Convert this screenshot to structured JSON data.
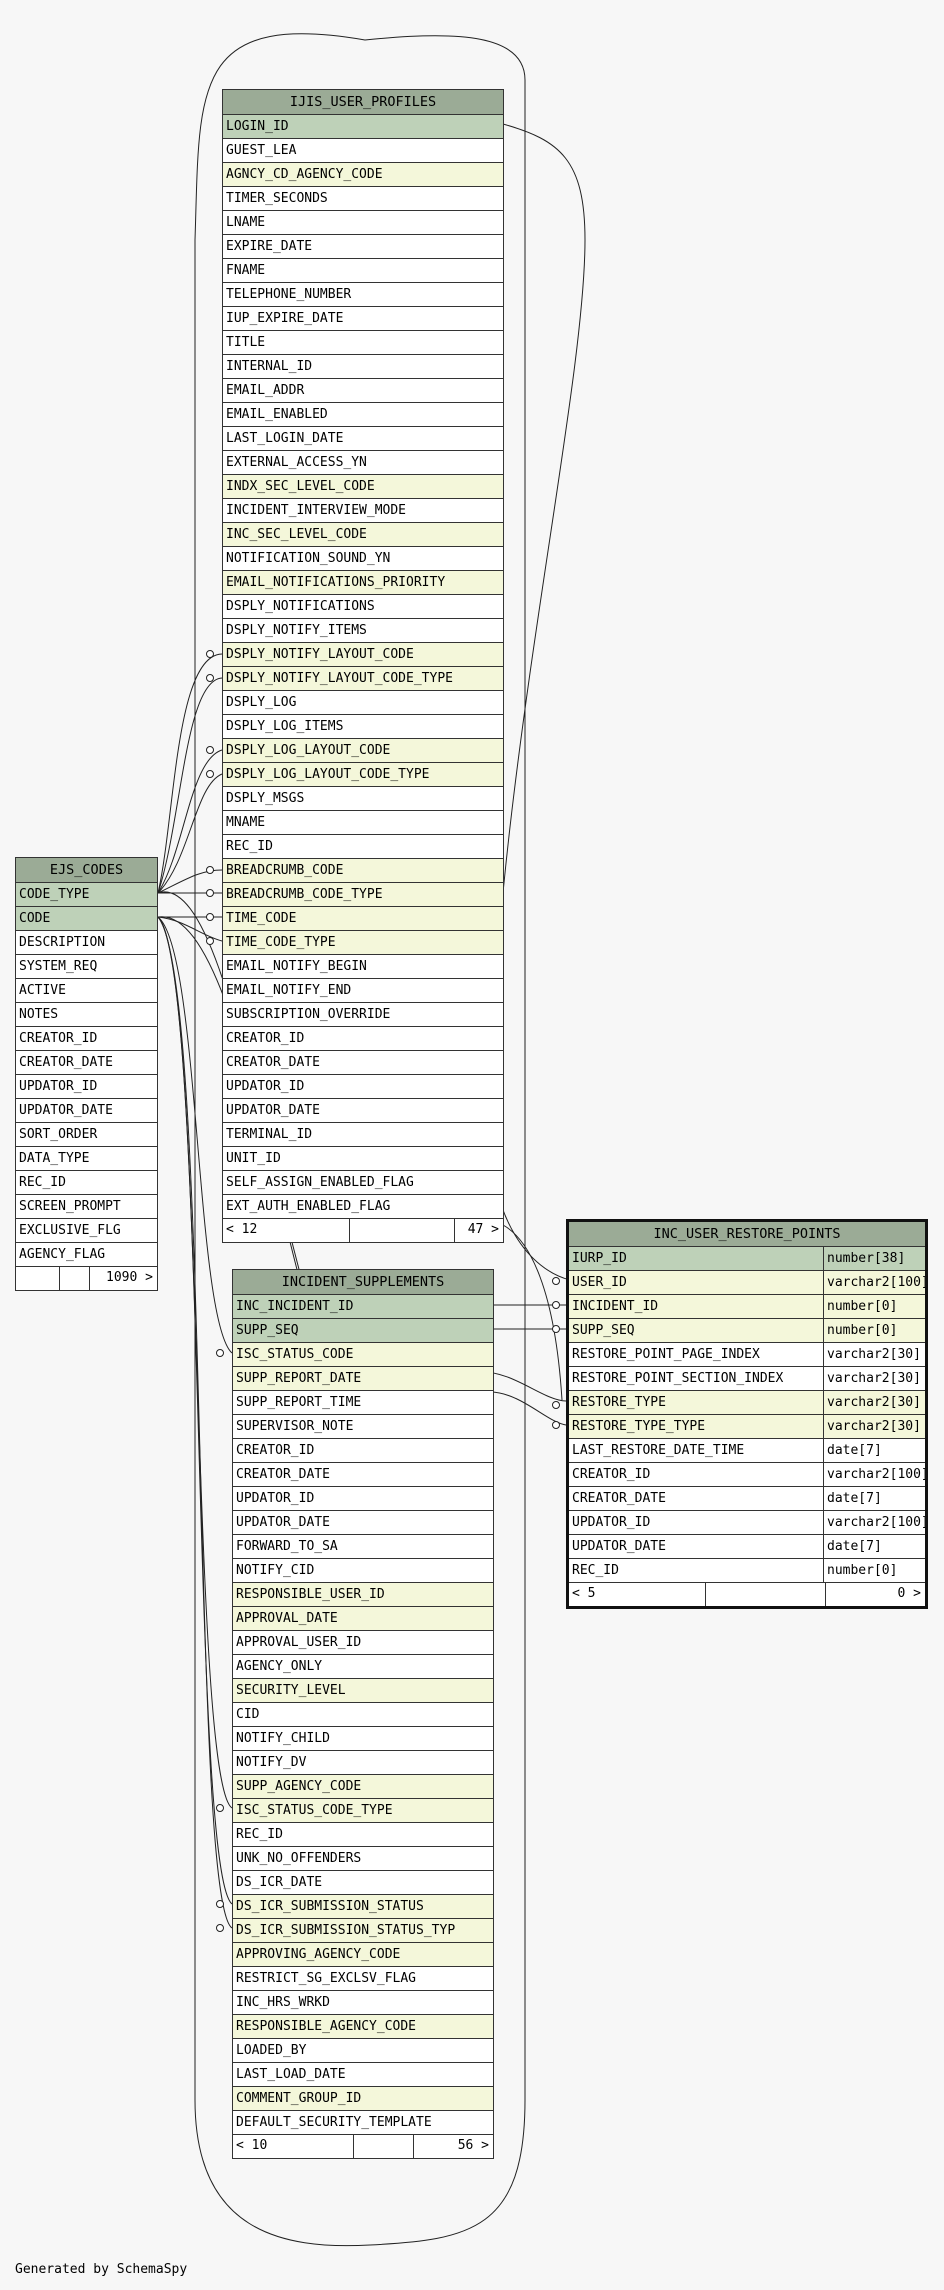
{
  "footer_text": "Generated by SchemaSpy",
  "tables": {
    "ijis_user_profiles": {
      "name": "IJIS_USER_PROFILES",
      "columns": [
        {
          "name": "LOGIN_ID",
          "kind": "pk"
        },
        {
          "name": "GUEST_LEA",
          "kind": ""
        },
        {
          "name": "AGNCY_CD_AGENCY_CODE",
          "kind": "fk"
        },
        {
          "name": "TIMER_SECONDS",
          "kind": ""
        },
        {
          "name": "LNAME",
          "kind": ""
        },
        {
          "name": "EXPIRE_DATE",
          "kind": ""
        },
        {
          "name": "FNAME",
          "kind": ""
        },
        {
          "name": "TELEPHONE_NUMBER",
          "kind": ""
        },
        {
          "name": "IUP_EXPIRE_DATE",
          "kind": ""
        },
        {
          "name": "TITLE",
          "kind": ""
        },
        {
          "name": "INTERNAL_ID",
          "kind": ""
        },
        {
          "name": "EMAIL_ADDR",
          "kind": ""
        },
        {
          "name": "EMAIL_ENABLED",
          "kind": ""
        },
        {
          "name": "LAST_LOGIN_DATE",
          "kind": ""
        },
        {
          "name": "EXTERNAL_ACCESS_YN",
          "kind": ""
        },
        {
          "name": "INDX_SEC_LEVEL_CODE",
          "kind": "fk"
        },
        {
          "name": "INCIDENT_INTERVIEW_MODE",
          "kind": ""
        },
        {
          "name": "INC_SEC_LEVEL_CODE",
          "kind": "fk"
        },
        {
          "name": "NOTIFICATION_SOUND_YN",
          "kind": ""
        },
        {
          "name": "EMAIL_NOTIFICATIONS_PRIORITY",
          "kind": "fk"
        },
        {
          "name": "DSPLY_NOTIFICATIONS",
          "kind": ""
        },
        {
          "name": "DSPLY_NOTIFY_ITEMS",
          "kind": ""
        },
        {
          "name": "DSPLY_NOTIFY_LAYOUT_CODE",
          "kind": "fk"
        },
        {
          "name": "DSPLY_NOTIFY_LAYOUT_CODE_TYPE",
          "kind": "fk"
        },
        {
          "name": "DSPLY_LOG",
          "kind": ""
        },
        {
          "name": "DSPLY_LOG_ITEMS",
          "kind": ""
        },
        {
          "name": "DSPLY_LOG_LAYOUT_CODE",
          "kind": "fk"
        },
        {
          "name": "DSPLY_LOG_LAYOUT_CODE_TYPE",
          "kind": "fk"
        },
        {
          "name": "DSPLY_MSGS",
          "kind": ""
        },
        {
          "name": "MNAME",
          "kind": ""
        },
        {
          "name": "REC_ID",
          "kind": ""
        },
        {
          "name": "BREADCRUMB_CODE",
          "kind": "fk"
        },
        {
          "name": "BREADCRUMB_CODE_TYPE",
          "kind": "fk"
        },
        {
          "name": "TIME_CODE",
          "kind": "fk"
        },
        {
          "name": "TIME_CODE_TYPE",
          "kind": "fk"
        },
        {
          "name": "EMAIL_NOTIFY_BEGIN",
          "kind": ""
        },
        {
          "name": "EMAIL_NOTIFY_END",
          "kind": ""
        },
        {
          "name": "SUBSCRIPTION_OVERRIDE",
          "kind": ""
        },
        {
          "name": "CREATOR_ID",
          "kind": ""
        },
        {
          "name": "CREATOR_DATE",
          "kind": ""
        },
        {
          "name": "UPDATOR_ID",
          "kind": ""
        },
        {
          "name": "UPDATOR_DATE",
          "kind": ""
        },
        {
          "name": "TERMINAL_ID",
          "kind": ""
        },
        {
          "name": "UNIT_ID",
          "kind": ""
        },
        {
          "name": "SELF_ASSIGN_ENABLED_FLAG",
          "kind": ""
        },
        {
          "name": "EXT_AUTH_ENABLED_FLAG",
          "kind": ""
        }
      ],
      "footer": {
        "left": "< 12",
        "mid": "",
        "right": "47 >"
      }
    },
    "ejs_codes": {
      "name": "EJS_CODES",
      "columns": [
        {
          "name": "CODE_TYPE",
          "kind": "pk"
        },
        {
          "name": "CODE",
          "kind": "pk"
        },
        {
          "name": "DESCRIPTION",
          "kind": ""
        },
        {
          "name": "SYSTEM_REQ",
          "kind": ""
        },
        {
          "name": "ACTIVE",
          "kind": ""
        },
        {
          "name": "NOTES",
          "kind": ""
        },
        {
          "name": "CREATOR_ID",
          "kind": ""
        },
        {
          "name": "CREATOR_DATE",
          "kind": ""
        },
        {
          "name": "UPDATOR_ID",
          "kind": ""
        },
        {
          "name": "UPDATOR_DATE",
          "kind": ""
        },
        {
          "name": "SORT_ORDER",
          "kind": ""
        },
        {
          "name": "DATA_TYPE",
          "kind": ""
        },
        {
          "name": "REC_ID",
          "kind": ""
        },
        {
          "name": "SCREEN_PROMPT",
          "kind": ""
        },
        {
          "name": "EXCLUSIVE_FLG",
          "kind": ""
        },
        {
          "name": "AGENCY_FLAG",
          "kind": ""
        }
      ],
      "footer": {
        "left": "",
        "mid": "",
        "right": "1090 >"
      }
    },
    "incident_supplements": {
      "name": "INCIDENT_SUPPLEMENTS",
      "columns": [
        {
          "name": "INC_INCIDENT_ID",
          "kind": "pk"
        },
        {
          "name": "SUPP_SEQ",
          "kind": "pk"
        },
        {
          "name": "ISC_STATUS_CODE",
          "kind": "fk"
        },
        {
          "name": "SUPP_REPORT_DATE",
          "kind": "fk"
        },
        {
          "name": "SUPP_REPORT_TIME",
          "kind": ""
        },
        {
          "name": "SUPERVISOR_NOTE",
          "kind": ""
        },
        {
          "name": "CREATOR_ID",
          "kind": ""
        },
        {
          "name": "CREATOR_DATE",
          "kind": ""
        },
        {
          "name": "UPDATOR_ID",
          "kind": ""
        },
        {
          "name": "UPDATOR_DATE",
          "kind": ""
        },
        {
          "name": "FORWARD_TO_SA",
          "kind": ""
        },
        {
          "name": "NOTIFY_CID",
          "kind": ""
        },
        {
          "name": "RESPONSIBLE_USER_ID",
          "kind": "fk"
        },
        {
          "name": "APPROVAL_DATE",
          "kind": "fk"
        },
        {
          "name": "APPROVAL_USER_ID",
          "kind": ""
        },
        {
          "name": "AGENCY_ONLY",
          "kind": ""
        },
        {
          "name": "SECURITY_LEVEL",
          "kind": "fk"
        },
        {
          "name": "CID",
          "kind": ""
        },
        {
          "name": "NOTIFY_CHILD",
          "kind": ""
        },
        {
          "name": "NOTIFY_DV",
          "kind": ""
        },
        {
          "name": "SUPP_AGENCY_CODE",
          "kind": "fk"
        },
        {
          "name": "ISC_STATUS_CODE_TYPE",
          "kind": "fk"
        },
        {
          "name": "REC_ID",
          "kind": ""
        },
        {
          "name": "UNK_NO_OFFENDERS",
          "kind": ""
        },
        {
          "name": "DS_ICR_DATE",
          "kind": ""
        },
        {
          "name": "DS_ICR_SUBMISSION_STATUS",
          "kind": "fk"
        },
        {
          "name": "DS_ICR_SUBMISSION_STATUS_TYP",
          "kind": "fk"
        },
        {
          "name": "APPROVING_AGENCY_CODE",
          "kind": "fk"
        },
        {
          "name": "RESTRICT_SG_EXCLSV_FLAG",
          "kind": ""
        },
        {
          "name": "INC_HRS_WRKD",
          "kind": ""
        },
        {
          "name": "RESPONSIBLE_AGENCY_CODE",
          "kind": "fk"
        },
        {
          "name": "LOADED_BY",
          "kind": ""
        },
        {
          "name": "LAST_LOAD_DATE",
          "kind": ""
        },
        {
          "name": "COMMENT_GROUP_ID",
          "kind": "fk"
        },
        {
          "name": "DEFAULT_SECURITY_TEMPLATE",
          "kind": ""
        }
      ],
      "footer": {
        "left": "< 10",
        "mid": "",
        "right": "56 >"
      }
    },
    "inc_user_restore_points": {
      "name": "INC_USER_RESTORE_POINTS",
      "columns": [
        {
          "name": "IURP_ID",
          "type": "number[38]",
          "kind": "pk"
        },
        {
          "name": "USER_ID",
          "type": "varchar2[100]",
          "kind": "fk"
        },
        {
          "name": "INCIDENT_ID",
          "type": "number[0]",
          "kind": "fk"
        },
        {
          "name": "SUPP_SEQ",
          "type": "number[0]",
          "kind": "fk"
        },
        {
          "name": "RESTORE_POINT_PAGE_INDEX",
          "type": "varchar2[30]",
          "kind": ""
        },
        {
          "name": "RESTORE_POINT_SECTION_INDEX",
          "type": "varchar2[30]",
          "kind": ""
        },
        {
          "name": "RESTORE_TYPE",
          "type": "varchar2[30]",
          "kind": "fk"
        },
        {
          "name": "RESTORE_TYPE_TYPE",
          "type": "varchar2[30]",
          "kind": "fk"
        },
        {
          "name": "LAST_RESTORE_DATE_TIME",
          "type": "date[7]",
          "kind": ""
        },
        {
          "name": "CREATOR_ID",
          "type": "varchar2[100]",
          "kind": ""
        },
        {
          "name": "CREATOR_DATE",
          "type": "date[7]",
          "kind": ""
        },
        {
          "name": "UPDATOR_ID",
          "type": "varchar2[100]",
          "kind": ""
        },
        {
          "name": "UPDATOR_DATE",
          "type": "date[7]",
          "kind": ""
        },
        {
          "name": "REC_ID",
          "type": "number[0]",
          "kind": ""
        }
      ],
      "footer": {
        "left": "< 5",
        "mid": "",
        "right": "0 >"
      }
    }
  }
}
